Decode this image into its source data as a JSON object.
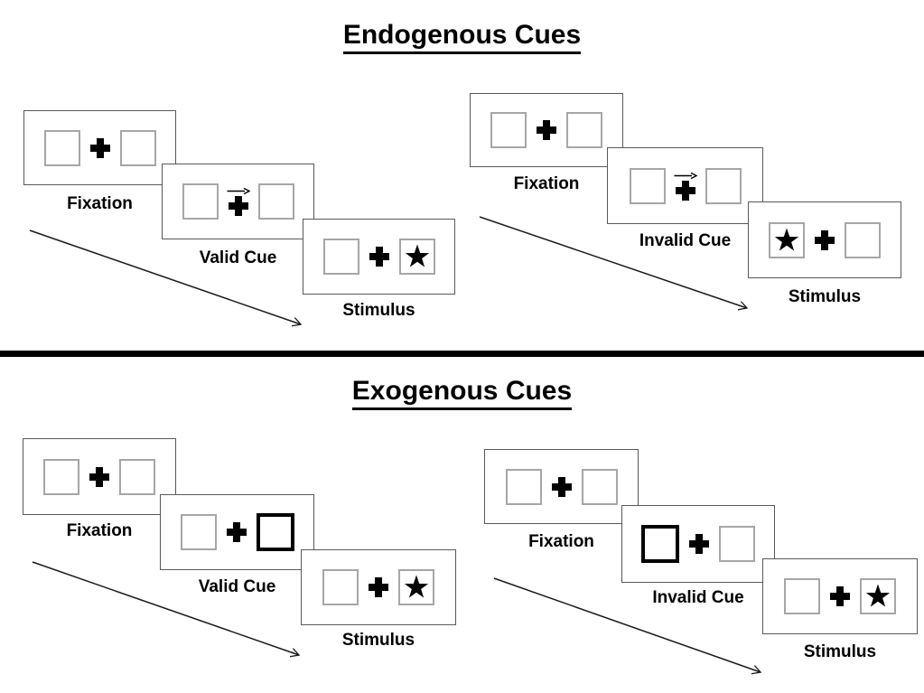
{
  "colors": {
    "background": "#ffffff",
    "ink": "#000000",
    "panel_border": "#595959",
    "placeholder_box_border": "#a6a6a6",
    "highlight_box_border": "#000000",
    "divider": "#000000"
  },
  "icons": {
    "fixation_cross": "+",
    "star": "★",
    "cue_arrow": "→",
    "sequence_arrow": "↘"
  },
  "sections": [
    {
      "id": "endogenous",
      "title": "Endogenous Cues",
      "groups": [
        {
          "id": "endogenous-valid",
          "panels": [
            {
              "label": "Fixation",
              "left": "empty",
              "center": "plus",
              "right": "empty"
            },
            {
              "label": "Valid Cue",
              "left": "empty",
              "center": "plus-arrow",
              "right": "empty"
            },
            {
              "label": "Stimulus",
              "left": "empty",
              "center": "plus",
              "right": "star"
            }
          ]
        },
        {
          "id": "endogenous-invalid",
          "panels": [
            {
              "label": "Fixation",
              "left": "empty",
              "center": "plus",
              "right": "empty"
            },
            {
              "label": "Invalid Cue",
              "left": "empty",
              "center": "plus-arrow",
              "right": "empty"
            },
            {
              "label": "Stimulus",
              "left": "star",
              "center": "plus",
              "right": "empty"
            }
          ]
        }
      ]
    },
    {
      "id": "exogenous",
      "title": "Exogenous Cues",
      "groups": [
        {
          "id": "exogenous-valid",
          "panels": [
            {
              "label": "Fixation",
              "left": "empty",
              "center": "plus",
              "right": "empty"
            },
            {
              "label": "Valid Cue",
              "left": "empty",
              "center": "plus",
              "right": "highlight"
            },
            {
              "label": "Stimulus",
              "left": "empty",
              "center": "plus",
              "right": "star"
            }
          ]
        },
        {
          "id": "exogenous-invalid",
          "panels": [
            {
              "label": "Fixation",
              "left": "empty",
              "center": "plus",
              "right": "empty"
            },
            {
              "label": "Invalid Cue",
              "left": "highlight",
              "center": "plus",
              "right": "empty"
            },
            {
              "label": "Stimulus",
              "left": "empty",
              "center": "plus",
              "right": "star"
            }
          ]
        }
      ]
    }
  ]
}
